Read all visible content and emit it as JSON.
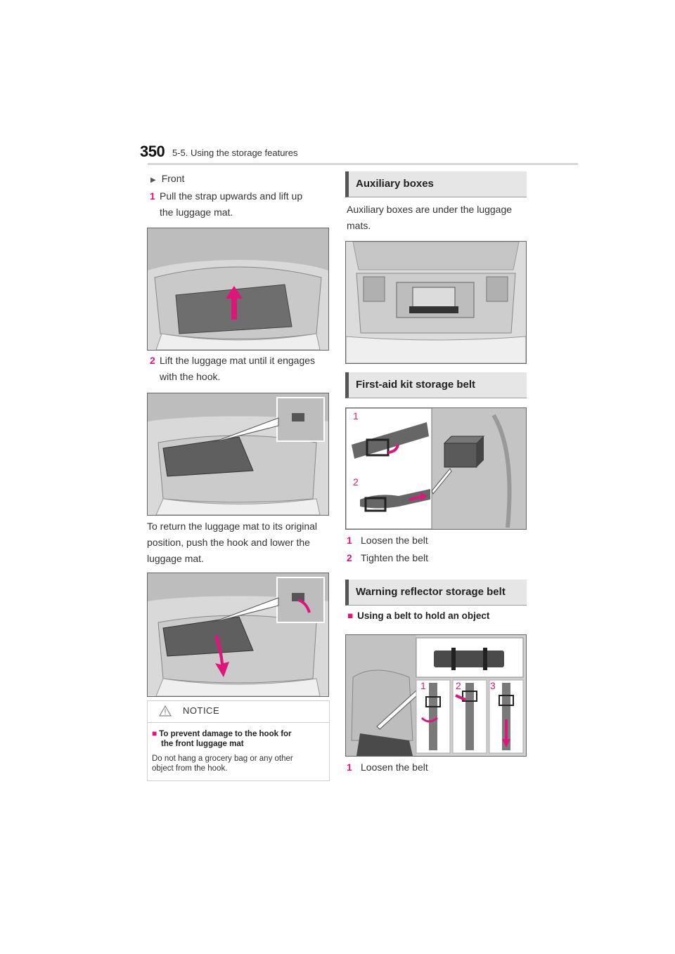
{
  "header": {
    "page_number": "350",
    "section_title": "5-5. Using the storage features"
  },
  "left": {
    "front_label": "Front",
    "step1_num": "1",
    "step1_line1": "Pull the strap upwards and lift up",
    "step1_line2": "the luggage mat.",
    "step2_num": "2",
    "step2_line1": "Lift the luggage mat until it engages",
    "step2_line2": "with the hook.",
    "return_line1": "To return the luggage mat to its original",
    "return_line2": "position, push the hook and lower the",
    "return_line3": "luggage mat.",
    "notice": {
      "title": "NOTICE",
      "subheading_line1": "To prevent damage to the hook for",
      "subheading_line2": "the front luggage mat",
      "text_line1": "Do not hang a grocery bag or any other",
      "text_line2": "object from the hook."
    }
  },
  "right": {
    "aux_heading": "Auxiliary boxes",
    "aux_line1": "Auxiliary boxes are under the luggage",
    "aux_line2": "mats.",
    "firstaid_heading": "First-aid kit storage belt",
    "firstaid_label1": "1",
    "firstaid_label2": "2",
    "firstaid_step1_num": "1",
    "firstaid_step1_text": "Loosen the belt",
    "firstaid_step2_num": "2",
    "firstaid_step2_text": "Tighten the belt",
    "warning_heading": "Warning reflector storage belt",
    "using_belt_heading": "Using a belt to hold an object",
    "warning_label1": "1",
    "warning_label2": "2",
    "warning_label3": "3",
    "warning_step1_num": "1",
    "warning_step1_text": "Loosen the belt"
  },
  "colors": {
    "accent": "#e0157a",
    "heading_bar": "#e6e6e6"
  }
}
